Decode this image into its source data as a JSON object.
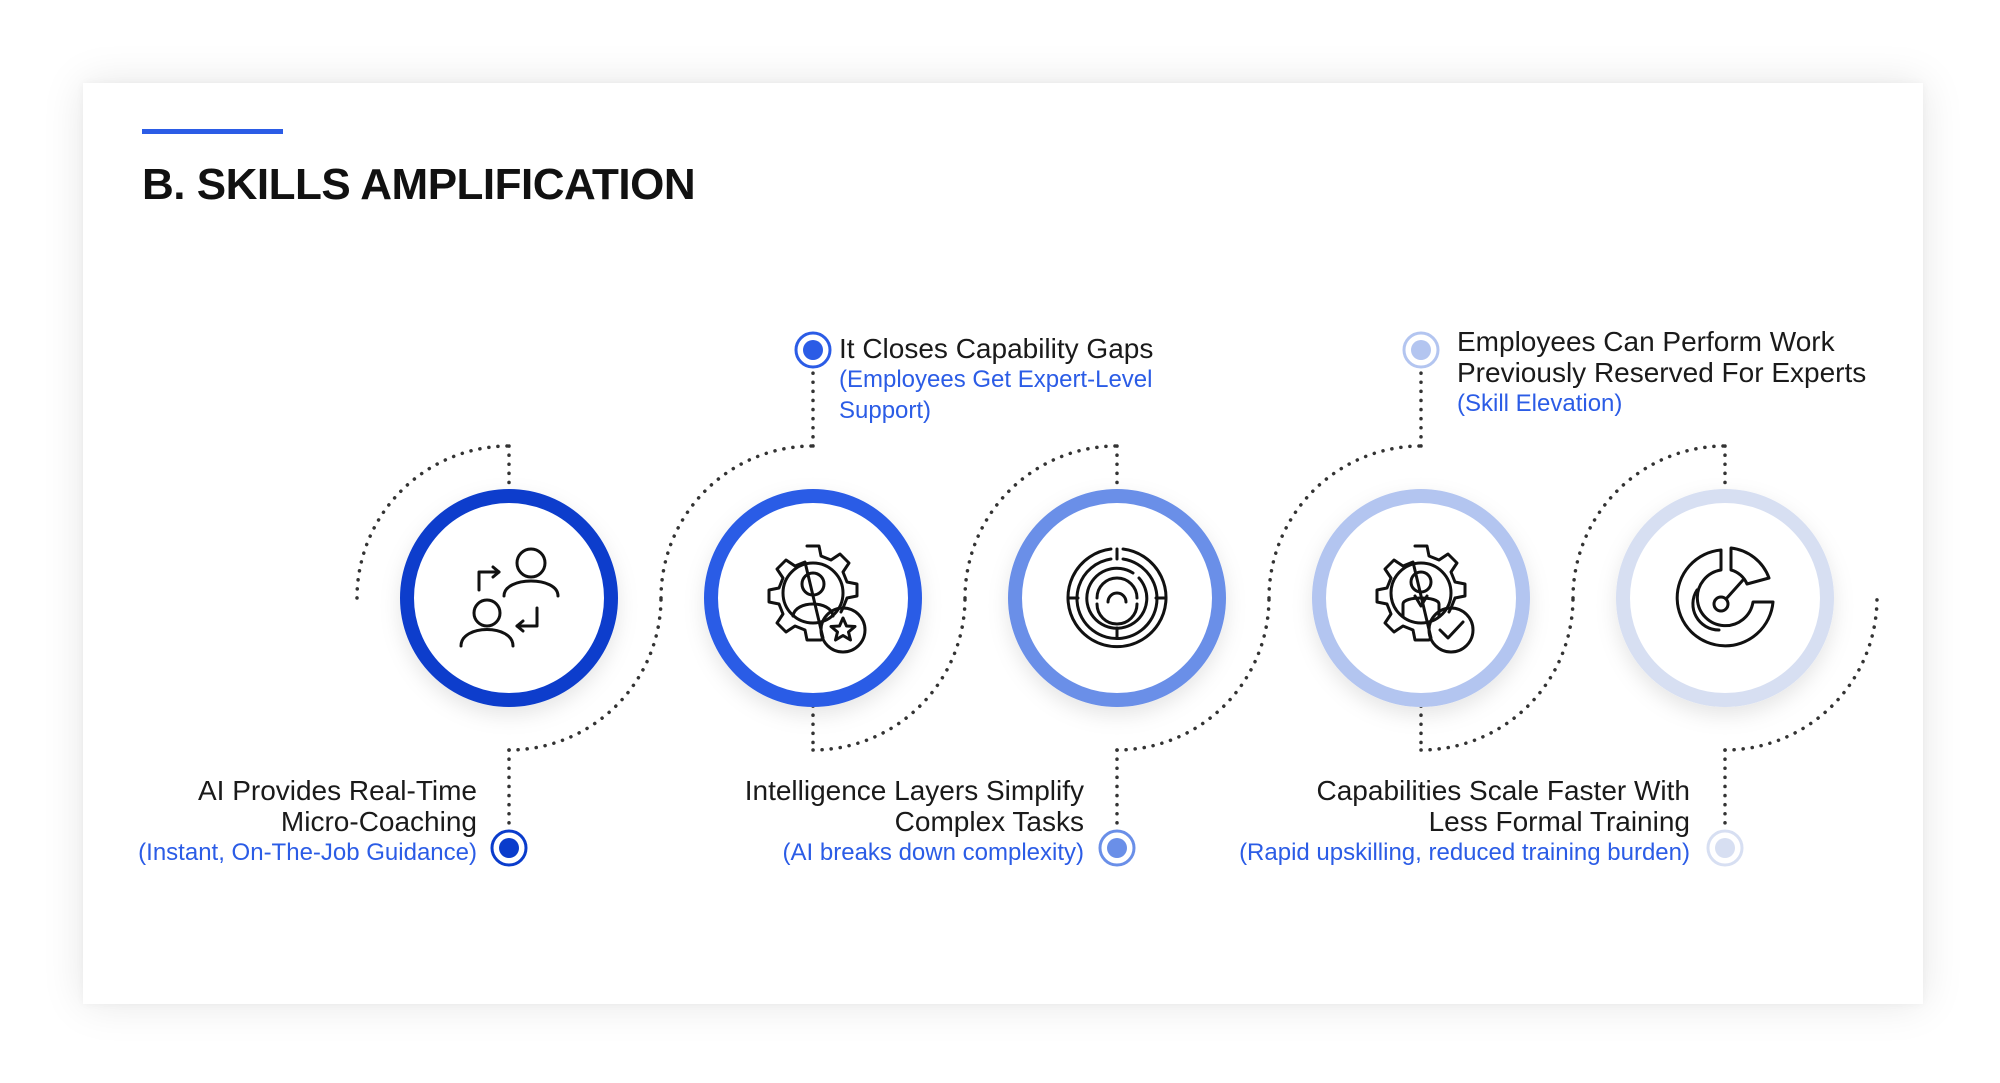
{
  "title": "B. SKILLS AMPLIFICATION",
  "colors": {
    "accent": "#2b5ce6",
    "steps": [
      "#0a3ccc",
      "#2b5ce6",
      "#6a8fe8",
      "#b3c5f0",
      "#d7dff2"
    ],
    "text": "#1a1a1a",
    "subtext": "#2b5ce6"
  },
  "steps": [
    {
      "icon": "people-exchange-icon",
      "title_lines": [
        "AI Provides Real-Time",
        "Micro-Coaching"
      ],
      "subtitle": "(Instant, On-The-Job Guidance)"
    },
    {
      "icon": "gear-user-star-icon",
      "title_lines": [
        "It Closes Capability Gaps"
      ],
      "subtitle_lines": [
        "(Employees Get Expert-Level",
        "Support)"
      ]
    },
    {
      "icon": "maze-target-icon",
      "title_lines": [
        "Intelligence Layers Simplify",
        "Complex Tasks"
      ],
      "subtitle": "(AI breaks down complexity)"
    },
    {
      "icon": "gear-user-check-icon",
      "title_lines": [
        "Employees Can Perform Work",
        "Previously Reserved For Experts"
      ],
      "subtitle": "(Skill Elevation)"
    },
    {
      "icon": "gauge-chart-icon",
      "title_lines": [
        "Capabilities Scale Faster With",
        "Less Formal Training"
      ],
      "subtitle": "(Rapid upskilling, reduced training burden)"
    }
  ]
}
